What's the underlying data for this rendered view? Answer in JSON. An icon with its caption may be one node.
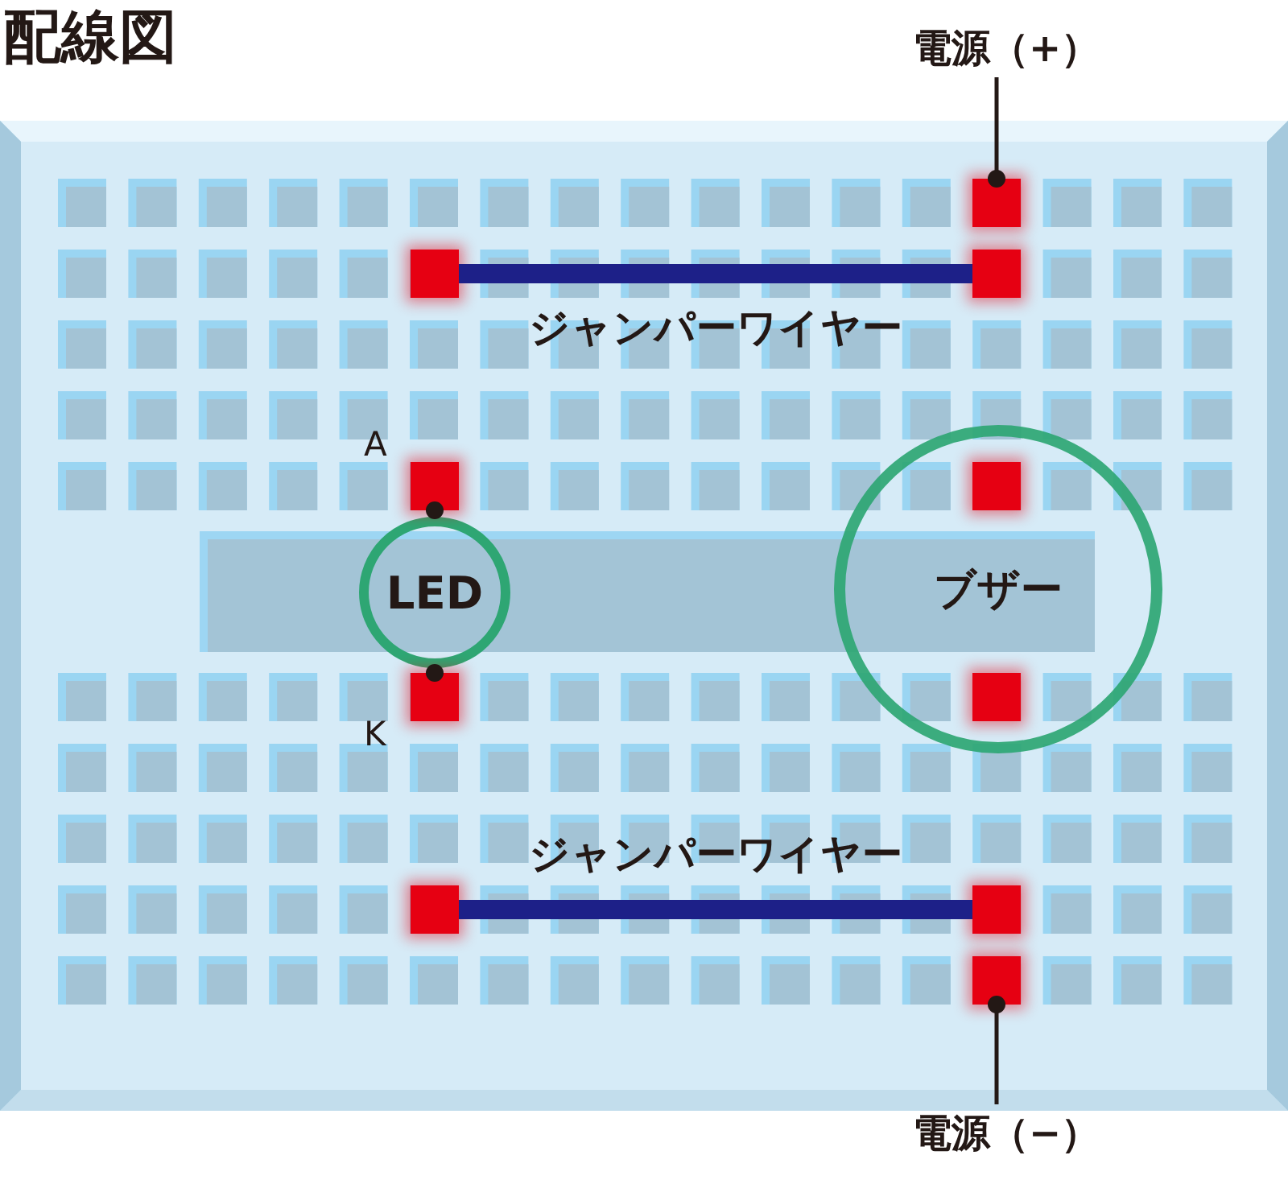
{
  "diagram": {
    "title": "配線図",
    "nodes": [
      {
        "text": [
          "電源（+）"
        ]
      },
      {
        "text": [],
        "shape": "box"
      },
      {
        "text": [],
        "shape": "box"
      },
      {
        "text": [],
        "shape": "box"
      },
      {
        "text": [],
        "shape": "box"
      },
      {
        "text": [
          "LED"
        ]
      },
      {
        "text": [
          "ブザー"
        ]
      },
      {
        "text": [],
        "shape": "box",
        "in": 6
      },
      {
        "text": [],
        "shape": "box",
        "in": 6
      },
      {
        "text": [],
        "shape": "box"
      },
      {
        "text": [],
        "shape": "box"
      },
      {
        "text": [],
        "shape": "box"
      },
      {
        "text": [],
        "shape": "box"
      },
      {
        "text": [
          "電源（−）"
        ]
      }
    ],
    "edges": [
      {
        "from": 0,
        "to": 1,
        "arrow": "other"
      },
      {
        "from": 2,
        "to": 3,
        "arrow": "none",
        "style": "thick",
        "color": "#1d2088",
        "label": "ジャンパーワイヤー"
      },
      {
        "from": 5,
        "to": 4,
        "arrow": "other"
      },
      {
        "from": 5,
        "to": 9,
        "arrow": "other"
      },
      {
        "from": 10,
        "to": 11,
        "arrow": "none",
        "style": "thick",
        "color": "#1d2088",
        "label": "ジャンパーワイヤー"
      },
      {
        "from": 13,
        "to": 12,
        "arrow": "other"
      }
    ],
    "labels": [
      "A",
      "K"
    ]
  }
}
